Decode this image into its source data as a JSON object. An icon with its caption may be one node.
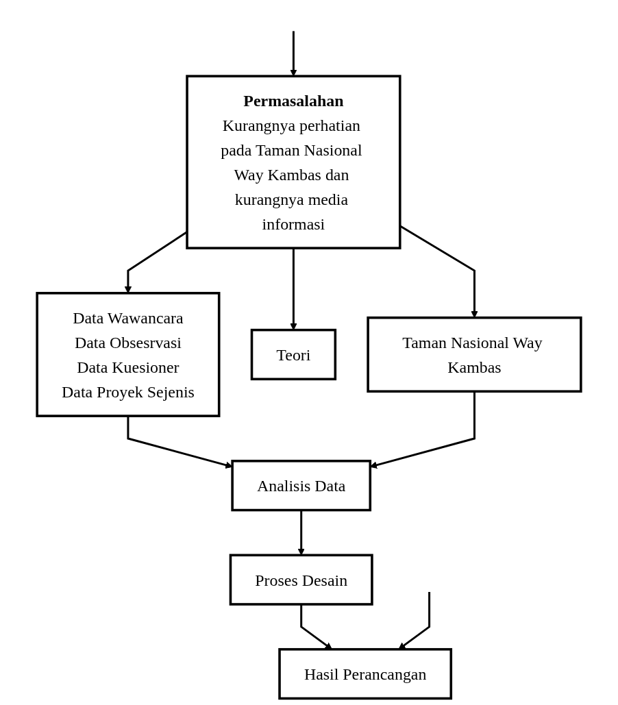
{
  "diagram": {
    "nodes": [
      {
        "text": [
          "Permasalahan",
          "Kurangnya perhatian pada Taman Nasional Way Kambas dan kurangnya media informasi"
        ]
      },
      {
        "text": [
          "Data Wawancara",
          "Data Obsesrvasi",
          "Data Kuesioner",
          "Data Proyek Sejenis"
        ]
      },
      {
        "text": [
          "Teori"
        ]
      },
      {
        "text": [
          "Taman Nasional Way Kambas"
        ]
      },
      {
        "text": [
          "Analisis Data"
        ]
      },
      {
        "text": [
          "Proses Desain"
        ]
      },
      {
        "text": [
          "Hasil Perancangan"
        ]
      }
    ],
    "edges": [
      {
        "from": null,
        "to": 0,
        "arrow": "to"
      },
      {
        "from": 0,
        "to": 1,
        "arrow": "to"
      },
      {
        "from": 0,
        "to": 2,
        "arrow": "to"
      },
      {
        "from": 0,
        "to": 3,
        "arrow": "to"
      },
      {
        "from": 1,
        "to": 4,
        "arrow": "to"
      },
      {
        "from": 3,
        "to": 4,
        "arrow": "to"
      },
      {
        "from": 4,
        "to": 5,
        "arrow": "to"
      },
      {
        "from": 5,
        "to": 6,
        "arrow": "to"
      },
      {
        "from": null,
        "to": 6,
        "arrow": "to"
      }
    ]
  }
}
